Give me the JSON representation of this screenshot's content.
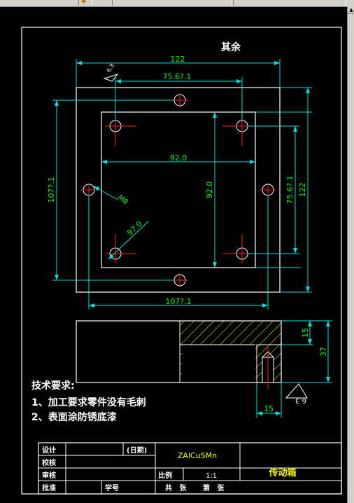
{
  "surface_finish_note": "其余",
  "dimensions": {
    "outer_width": "122",
    "hole_spacing_h": "75.6?.1",
    "inner_width": "92.0",
    "inner_height": "92.0",
    "outer_height": "122",
    "hole_spacing_v": "75.6?.1",
    "bolt_span_left": "107?.1",
    "bolt_span_bottom": "107?.1",
    "thread": "M8",
    "diagonal": "97.0",
    "section_depth": "15",
    "section_height": "37",
    "section_width": "15",
    "roughness_top": "6.3",
    "roughness_side": "6.3"
  },
  "tech_requirements": {
    "title": "技术要求:",
    "items": [
      "1、加工要求零件没有毛刺",
      "2、表面涂防锈底漆"
    ]
  },
  "title_block": {
    "design": "设计",
    "date": "(日期)",
    "proofread": "校核",
    "review": "审核",
    "approve": "批准",
    "student_no": "学号",
    "material": "ZAlCu5Mn",
    "scale_label": "比例",
    "scale": "1:1",
    "part_name": "传动箱",
    "sheets_total": "共   张",
    "sheet_no": "第   张"
  },
  "colors": {
    "background": "#000000",
    "outline": "#ffffff",
    "dimension": "#00e0e0",
    "dimension_text": "#00ff00",
    "center": "#ff2020",
    "hatch": "#ffff00",
    "material_text": "#ffff00",
    "part_name_text": "#ffff00"
  }
}
